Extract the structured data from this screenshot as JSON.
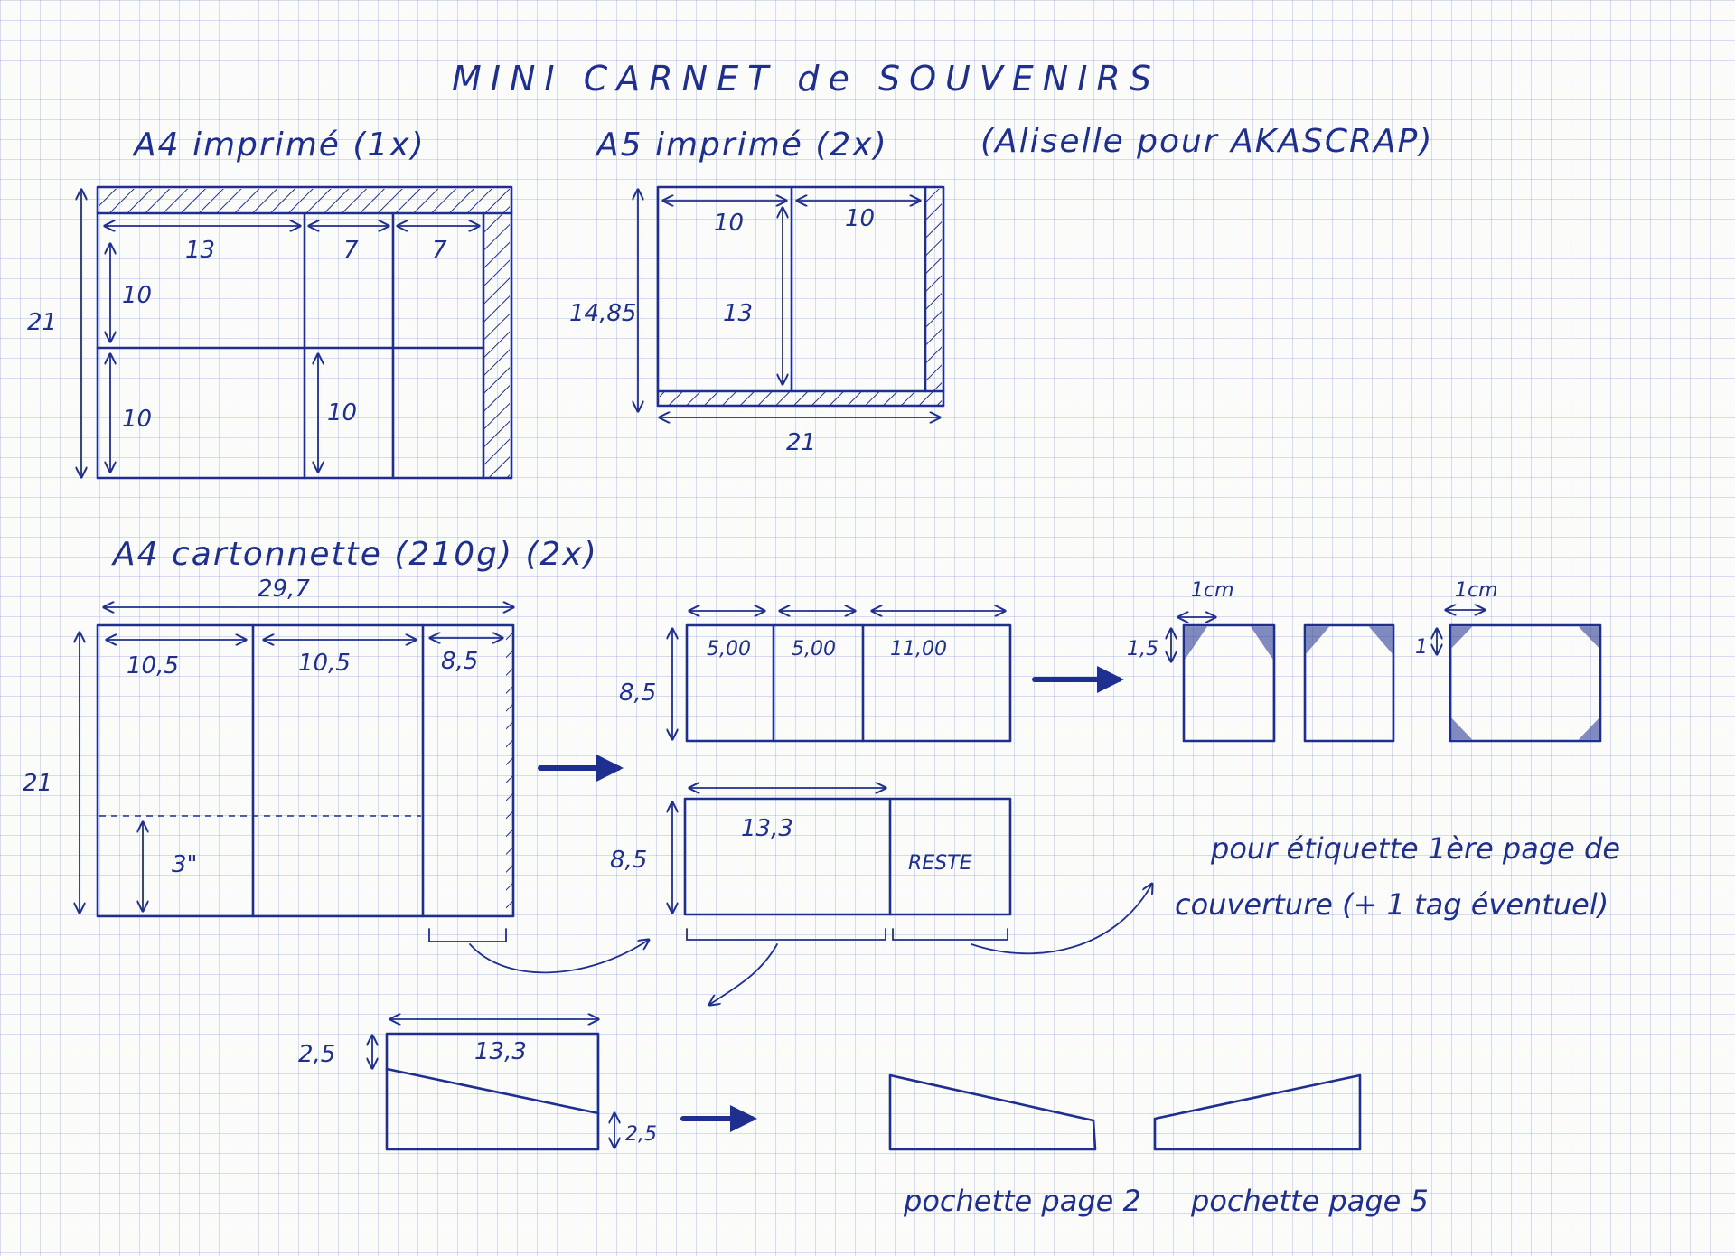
{
  "title": "MINI CARNET de SOUVENIRS",
  "credit": "(Aliselle pour AKASCRAP)",
  "section_a4_printed": {
    "heading": "A4 imprimé (1x)",
    "height": "21",
    "col_widths": [
      "13",
      "7",
      "7"
    ],
    "row_heights": [
      "10",
      "10",
      "10"
    ]
  },
  "section_a5_printed": {
    "heading": "A5 imprimé (2x)",
    "height": "14,85",
    "width": "21",
    "col_widths": [
      "10",
      "10"
    ],
    "inner_height": "13"
  },
  "section_a4_cardstock": {
    "heading": "A4 cartonnette (210g) (2x)",
    "width": "29,7",
    "height": "21",
    "col_widths": [
      "10,5",
      "10,5",
      "8,5"
    ],
    "fold": "3\""
  },
  "strip_85": {
    "height": "8,5",
    "cells": [
      "5,00",
      "5,00",
      "11,00"
    ]
  },
  "corner_cards": {
    "width_label_1": "1cm",
    "height_label_1": "1,5",
    "width_label_2": "1cm",
    "height_label_2": "1"
  },
  "strip_133": {
    "height": "8,5",
    "width": "13,3",
    "rest": "RESTE"
  },
  "note": {
    "line1": "pour étiquette 1ère page de",
    "line2": "couverture (+ 1 tag éventuel)"
  },
  "pocket": {
    "width": "13,3",
    "left_height": "2,5",
    "right_height": "2,5",
    "label_1": "pochette page 2",
    "label_2": "pochette page 5"
  },
  "colors": {
    "ink": "#1f2f8f",
    "paper": "#fbfbf9",
    "grid": "#9aa8d6"
  }
}
